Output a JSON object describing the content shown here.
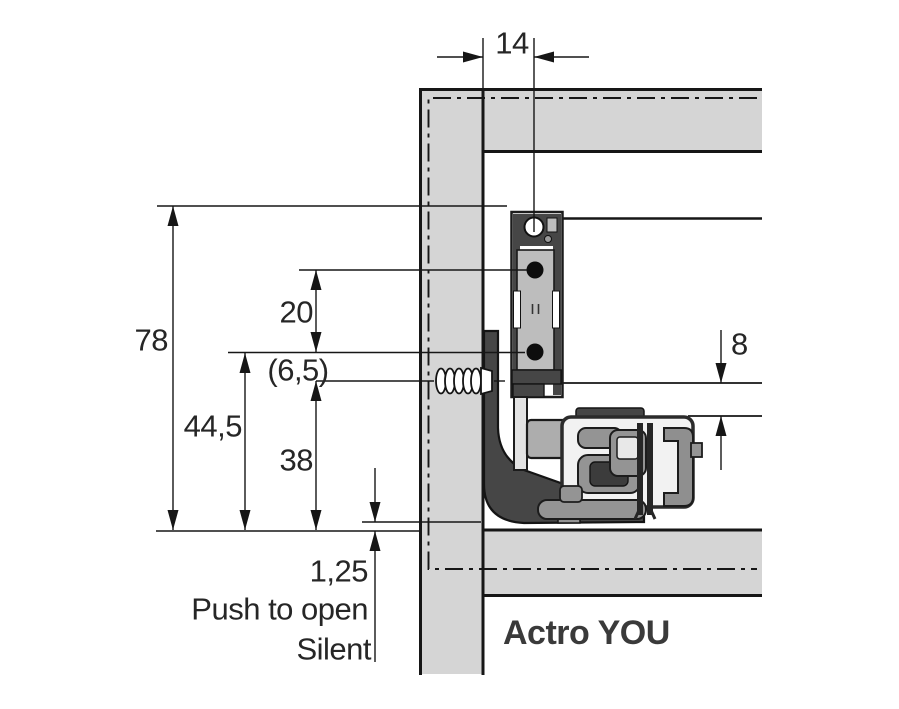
{
  "drawing": {
    "product_label": "Actro YOU",
    "dimensions": {
      "front_gap_14": "14",
      "total_height_78": "78",
      "hole_spacing_20": "20",
      "offset_6_5": "(6,5)",
      "height_44_5": "44,5",
      "height_38": "38",
      "clearance_8": "8",
      "bottom_gap_1_25": "1,25"
    },
    "annotations": {
      "push_to_open": "Push to open",
      "silent": "Silent"
    },
    "colors": {
      "panel_fill": "#d5d5d5",
      "line_color": "#161616",
      "mech_dark": "#464646",
      "mech_mid": "#949494",
      "mech_light": "#bdbdbd",
      "label_color": "#262626",
      "product_color": "#3a3a3a",
      "background": "#ffffff"
    }
  }
}
